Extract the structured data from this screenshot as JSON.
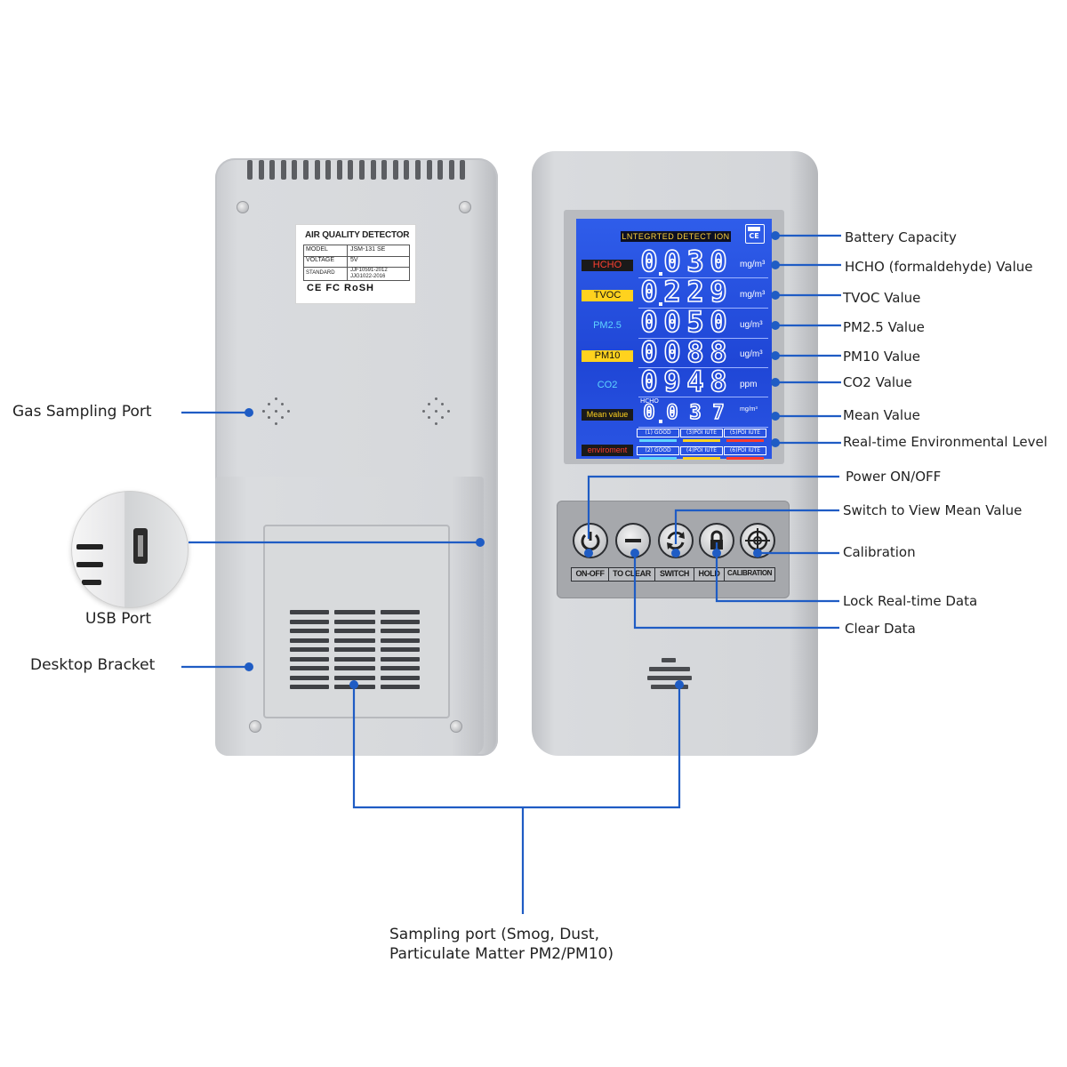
{
  "device_label": {
    "title": "AIR QUALITY DETECTOR",
    "rows": [
      {
        "key": "MODEL",
        "value": "JSM-131    SE"
      },
      {
        "key": "VOLTAGE",
        "value": "5V"
      },
      {
        "key": "STANDARD",
        "value": "JJF10591-2012 JJG1022-2016"
      }
    ],
    "certifications": "CE FC RoSH"
  },
  "screen": {
    "title": "LNTEGRTED DETECT ION",
    "battery_text": "CE",
    "readings": [
      {
        "label": "HCHO",
        "label_color": "#ff4030",
        "label_bg": "#1a1a1a",
        "digits": "0030",
        "decimal_after": 1,
        "unit": "mg/m³"
      },
      {
        "label": "TVOC",
        "label_color": "#111111",
        "label_bg": "#ffd21e",
        "digits": "0229",
        "decimal_after": 1,
        "unit": "mg/m³"
      },
      {
        "label": "PM2.5",
        "label_color": "#5fd4ff",
        "label_bg": "",
        "digits": "0050",
        "decimal_after": null,
        "unit": "ug/m³"
      },
      {
        "label": "PM10",
        "label_color": "#111111",
        "label_bg": "#ffd21e",
        "digits": "0088",
        "decimal_after": null,
        "unit": "ug/m³"
      },
      {
        "label": "CO2",
        "label_color": "#5fd4ff",
        "label_bg": "",
        "digits": "0948",
        "decimal_after": null,
        "unit": "ppm"
      }
    ],
    "mean": {
      "label": "Mean value",
      "label_color": "#ffd21e",
      "label_bg": "#1a1a1a",
      "digits": "0037",
      "decimal_after": 1,
      "unit": "mg/m³",
      "sub_label": "HCHO"
    },
    "environment_label": "enviroment",
    "levels": [
      {
        "text": "(1) GOOD",
        "color": "#5fd4ff"
      },
      {
        "text": "(3)POI IUTE",
        "color": "#ffd21e"
      },
      {
        "text": "(5)POI IUTE",
        "color": "#ff3b2e"
      },
      {
        "text": "(2) GOOD",
        "color": "#5fd4ff"
      },
      {
        "text": "(4)POI IUTE",
        "color": "#ffd21e"
      },
      {
        "text": "(6)POI IUTE",
        "color": "#ff3b2e"
      }
    ]
  },
  "keypad": {
    "keys": [
      "ON-OFF",
      "TO CLEAR",
      "SWITCH",
      "HOLD",
      "CALIBRATION"
    ]
  },
  "callouts": {
    "battery": "Battery Capacity",
    "hcho": "HCHO (formaldehyde) Value",
    "tvoc": "TVOC Value",
    "pm25": "PM2.5 Value",
    "pm10": "PM10 Value",
    "co2": "CO2 Value",
    "mean": "Mean Value",
    "env": "Real-time Environmental Level",
    "power": "Power ON/OFF",
    "switch": "Switch to View Mean Value",
    "calibration": "Calibration",
    "lock": "Lock Real-time Data",
    "clear": "Clear Data",
    "gas_port": "Gas Sampling Port",
    "usb": "USB Port",
    "bracket": "Desktop Bracket",
    "sampling_line1": "Sampling port (Smog, Dust,",
    "sampling_line2": "Particulate Matter PM2/PM10)"
  },
  "colors": {
    "callout_line": "#1f5cc4",
    "screen_blue": "#2450e0"
  }
}
